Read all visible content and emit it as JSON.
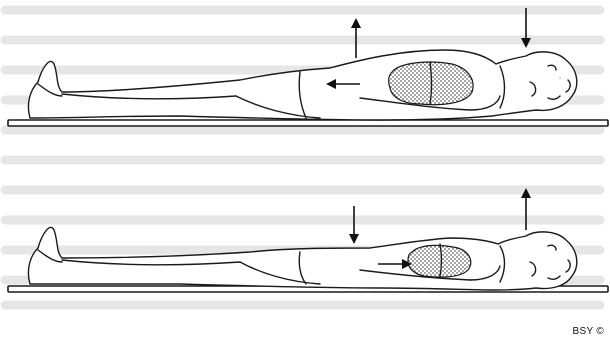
{
  "figure": {
    "panels": [
      {
        "id": "upper",
        "lung_state": "inflated"
      },
      {
        "id": "lower",
        "lung_state": "deflated"
      }
    ],
    "credit": "BSY ©"
  }
}
